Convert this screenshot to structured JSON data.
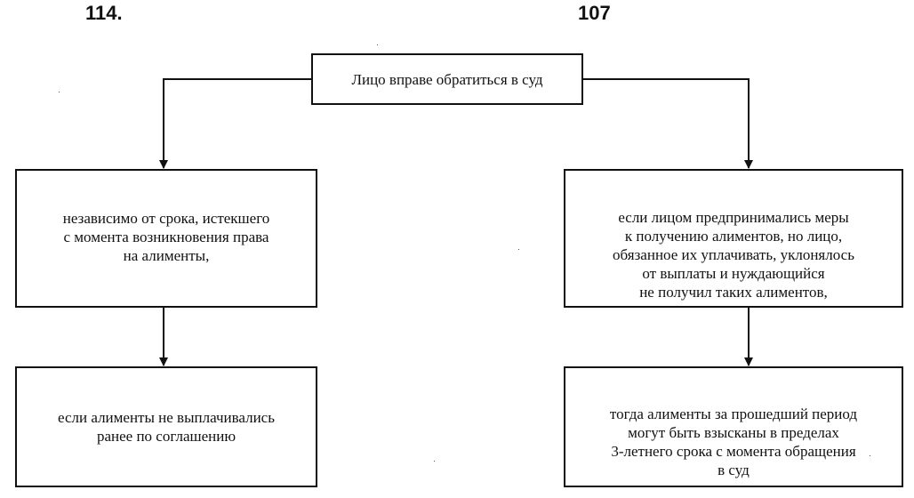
{
  "page_numbers": {
    "left": "114.",
    "right": "107"
  },
  "diagram": {
    "root": {
      "text": "Лицо вправе обратиться в суд"
    },
    "left_branch": {
      "condition": "независимо от срока, истекшего\nс момента возникновения права\nна алименты,",
      "result": "если алименты не выплачивались\nранее по соглашению"
    },
    "right_branch": {
      "condition": "если лицом предпринимались меры\nк получению алиментов, но лицо,\nобязанное их уплачивать, уклонялось\nот выплаты и нуждающийся\nне получил таких алиментов,",
      "result": "тогда алименты за прошедший период\nмогут быть взысканы в пределах\n3-летнего срока с момента обращения\nв суд"
    }
  },
  "colors": {
    "line": "#111111",
    "box_fill": "#ffffff"
  }
}
